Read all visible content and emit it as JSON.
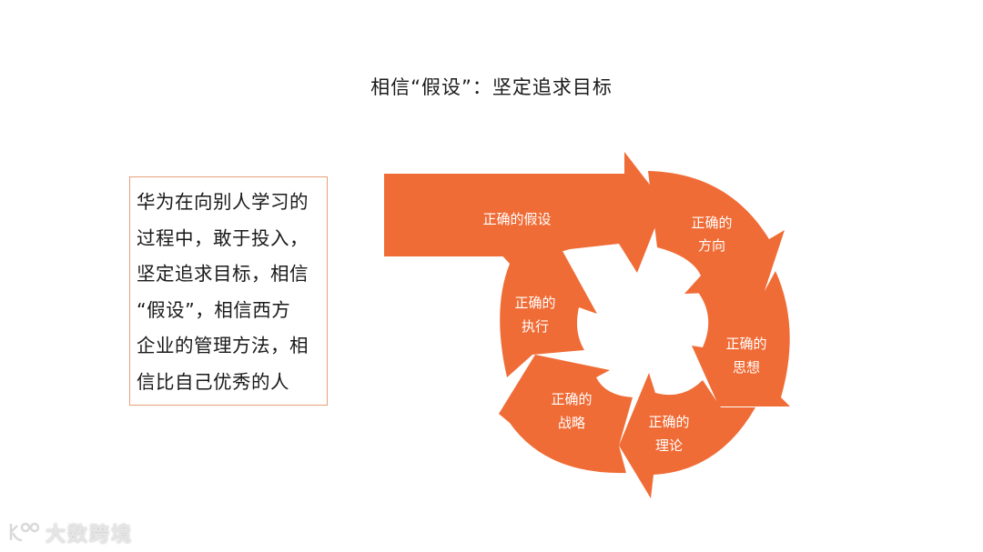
{
  "slide": {
    "title": "相信“假设”：坚定追求目标",
    "textbox": {
      "lines": [
        "华为在向别人学习的",
        "过程中，敢于投入，",
        "坚定追求目标，相信",
        "“假设”，相信西方",
        "企业的管理方法，相",
        "信比自己优秀的人"
      ],
      "border_color": "#e8a07a"
    },
    "cycle": {
      "color": "#f06c36",
      "entry_arrow": {
        "label": "正确的假设"
      },
      "segments": [
        {
          "line1": "正确的",
          "line2": "方向"
        },
        {
          "line1": "正确的",
          "line2": "思想"
        },
        {
          "line1": "正确的",
          "line2": "理论"
        },
        {
          "line1": "正确的",
          "line2": "战略"
        },
        {
          "line1": "正确的",
          "line2": "执行"
        }
      ]
    },
    "watermark": {
      "icon": "logo-icon",
      "text": "大数跨境"
    }
  }
}
